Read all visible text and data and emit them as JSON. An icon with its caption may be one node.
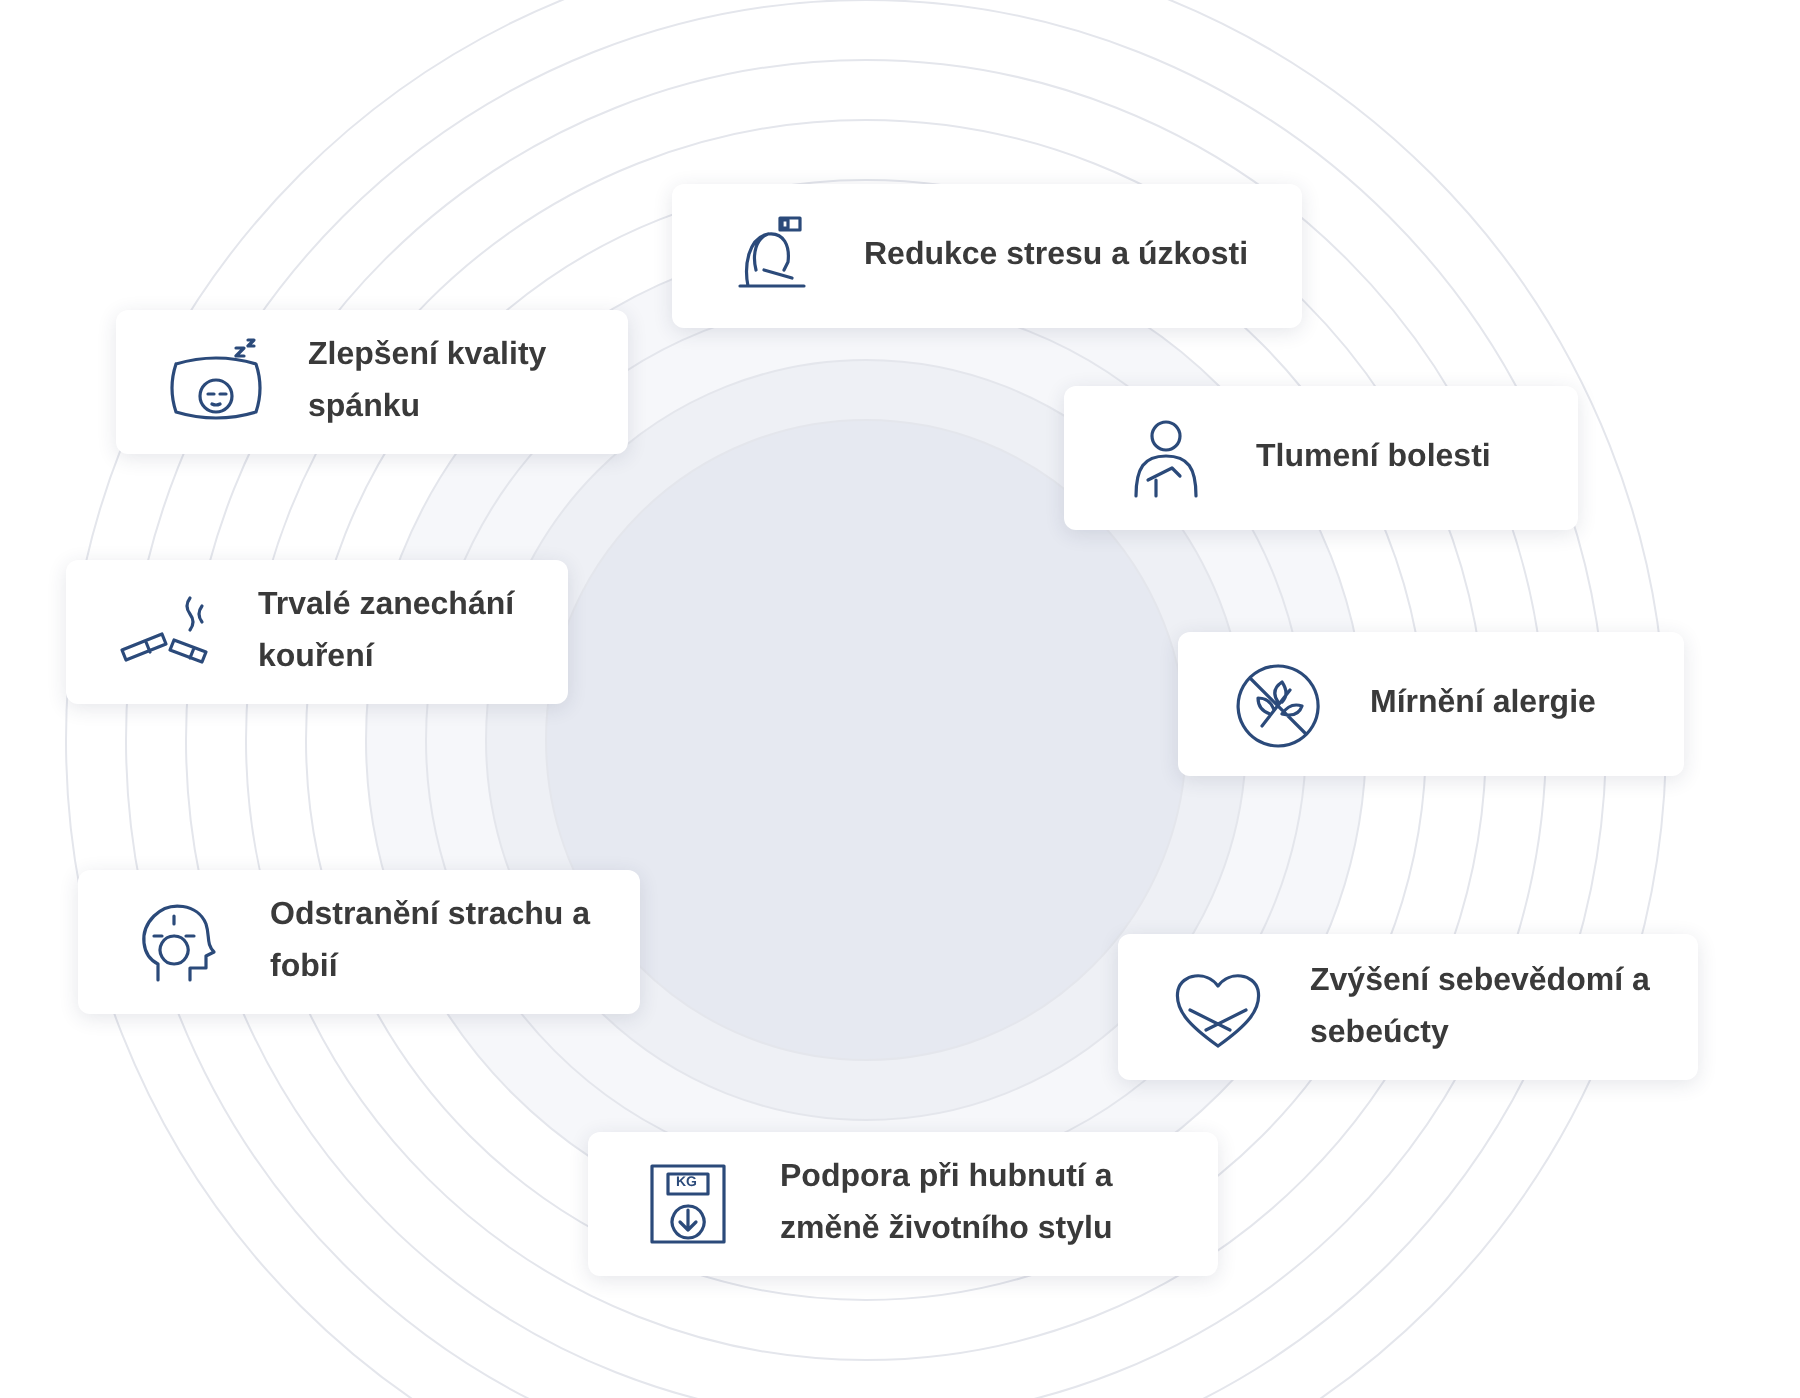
{
  "diagram": {
    "nodes": [
      {
        "text": [
          "Redukce stresu a úzkosti"
        ]
      },
      {
        "text": [
          "Zlepšení kvality spánku"
        ]
      },
      {
        "text": [
          "Tlumení bolesti"
        ]
      },
      {
        "text": [
          "Trvalé zanechání kouření"
        ]
      },
      {
        "text": [
          "Mírnění alergie"
        ]
      },
      {
        "text": [
          "Odstranění strachu a fobií"
        ]
      },
      {
        "text": [
          "Zvýšení sebevědomí a sebeúcty"
        ]
      },
      {
        "text": [
          "Podpora při hubnutí a změně životního stylu"
        ]
      }
    ],
    "edges": [],
    "labels": [
      "KG"
    ]
  }
}
